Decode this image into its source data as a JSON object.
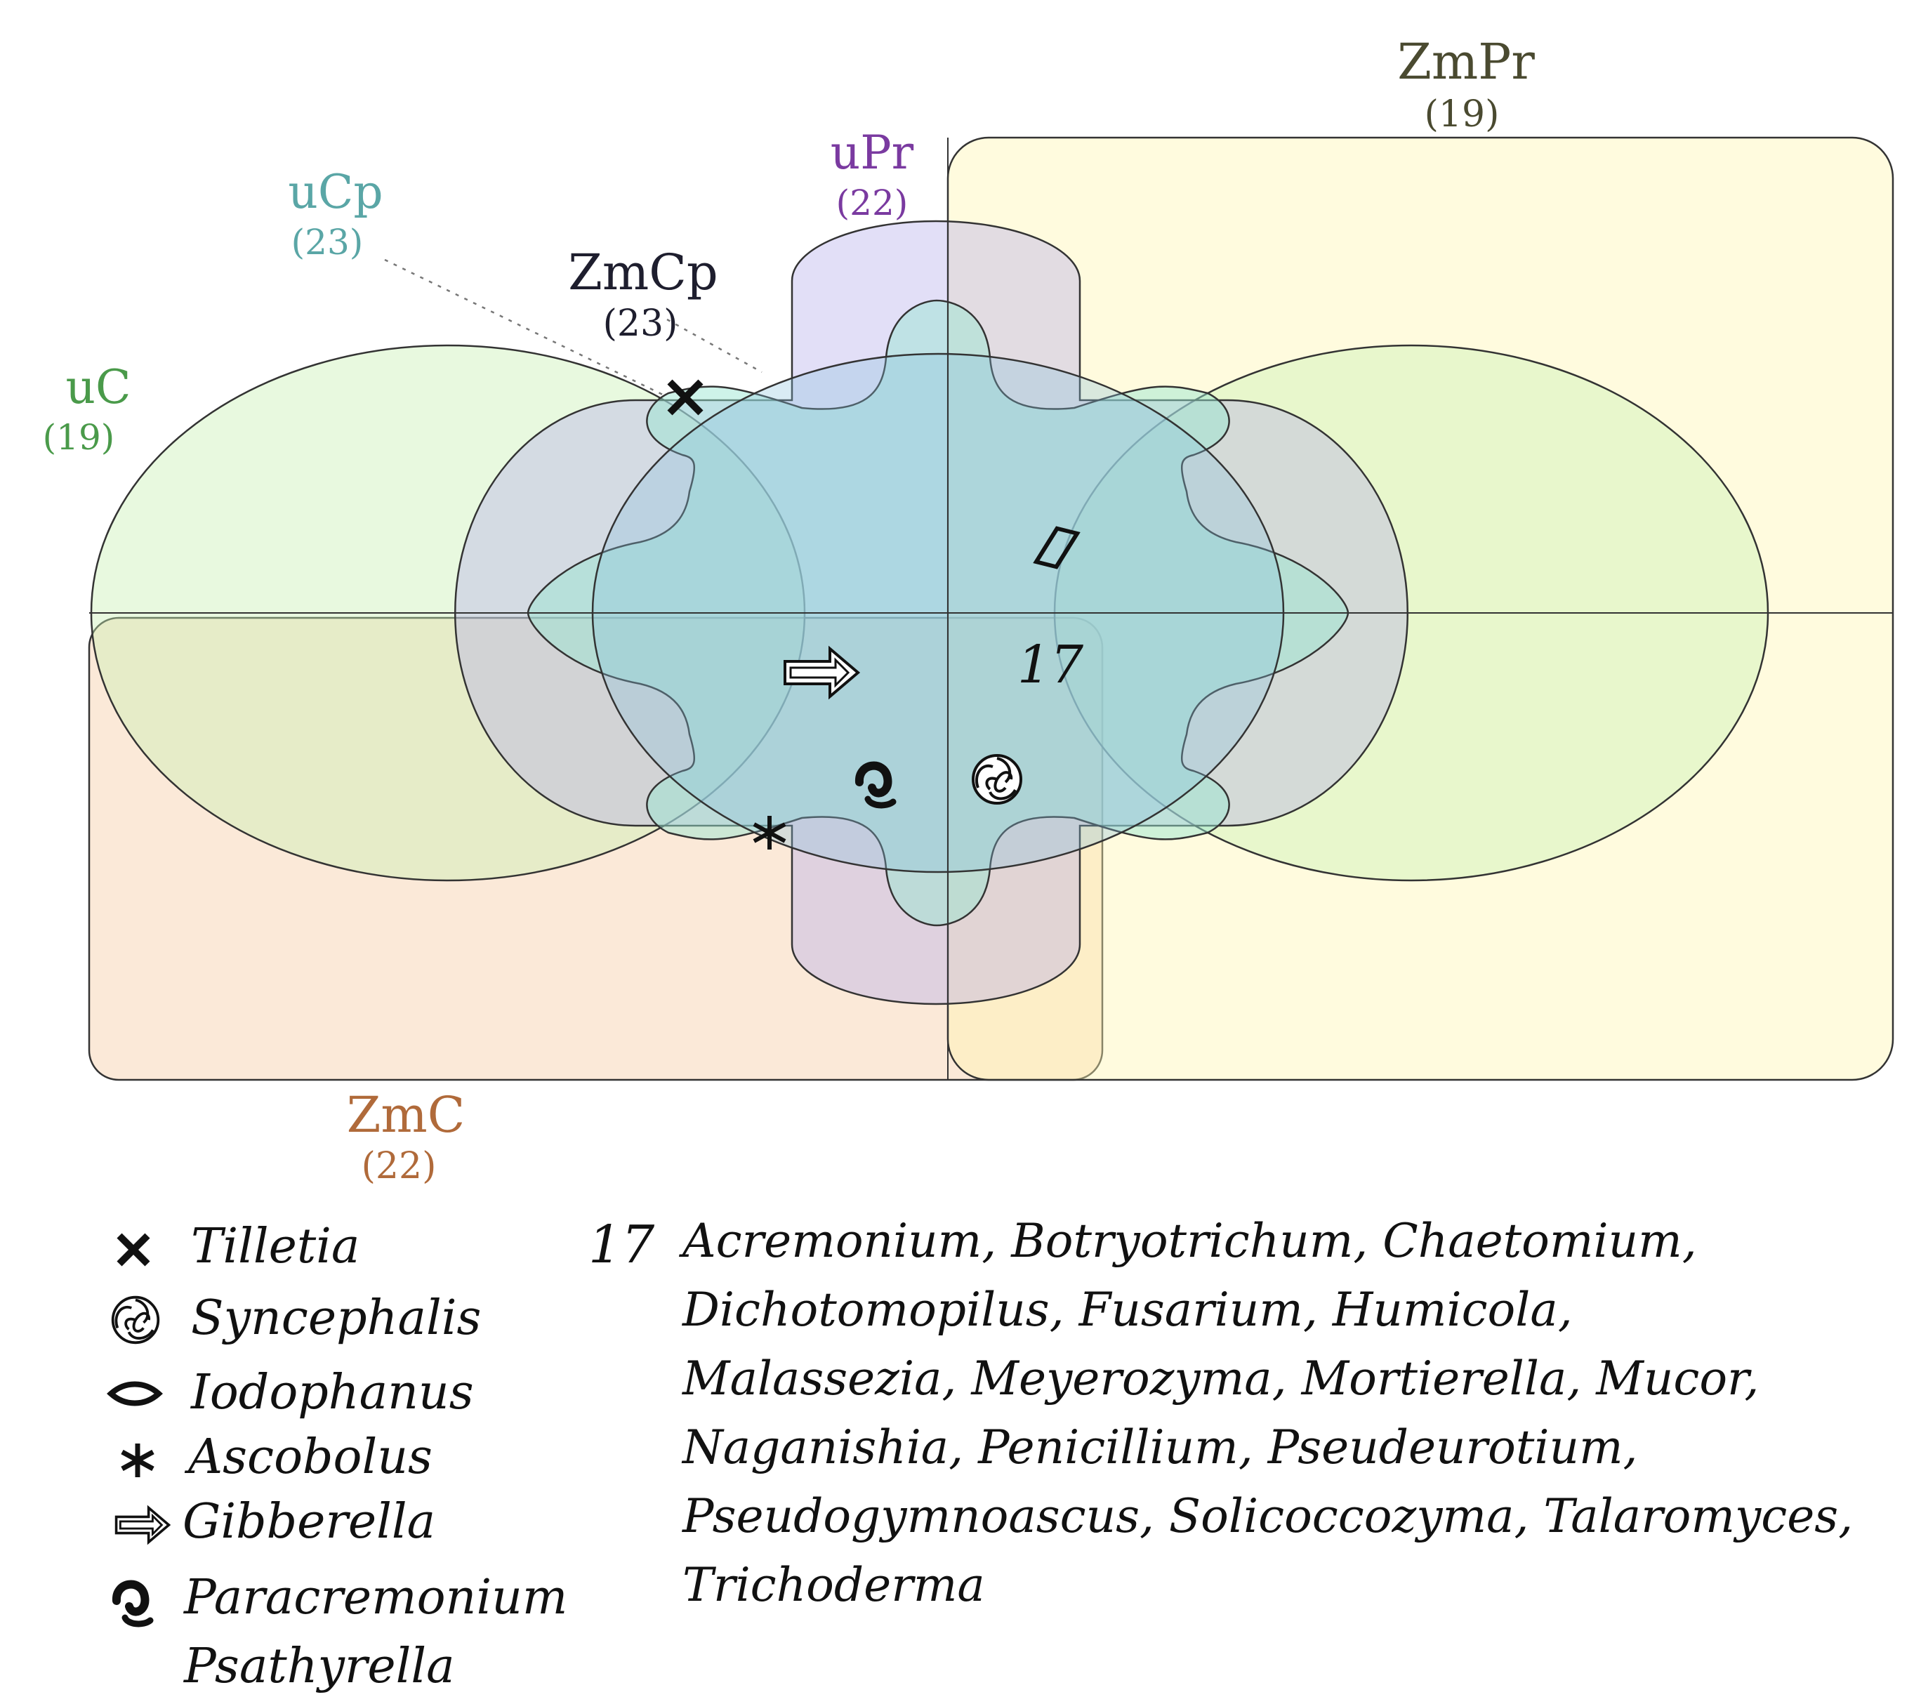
{
  "sets": {
    "uC": {
      "name": "uC",
      "count": "(19)",
      "color": "#4a9a4a"
    },
    "uCp": {
      "name": "uCp",
      "count": "(23)",
      "color": "#5aa6a6"
    },
    "ZmCp": {
      "name": "ZmCp",
      "count": "(23)",
      "color": "#1e1e2e"
    },
    "uPr": {
      "name": "uPr",
      "count": "(22)",
      "color": "#7a3aa0"
    },
    "ZmPr": {
      "name": "ZmPr",
      "count": "(19)",
      "color": "#4a4a30"
    },
    "ZmC": {
      "name": "ZmC",
      "count": "(22)",
      "color": "#b06a3a"
    }
  },
  "center_count": "17",
  "legend": {
    "items": [
      {
        "symbol": "cross-icon",
        "label": "Tilletia"
      },
      {
        "symbol": "spiral-icon",
        "label": "Syncephalis"
      },
      {
        "symbol": "diamond-icon",
        "label": "Iodophanus"
      },
      {
        "symbol": "asterisk-icon",
        "label": "Ascobolus"
      },
      {
        "symbol": "arrow-icon",
        "label": "Gibberella"
      },
      {
        "symbol": "hook-icon",
        "label": "Paracremonium"
      },
      {
        "symbol": "hook-icon",
        "label": "Psathyrella"
      }
    ],
    "core_count": "17",
    "core_lines": [
      "Acremonium, Botryotrichum, Chaetomium,",
      "Dichotomopilus, Fusarium, Humicola,",
      "Malassezia, Meyerozyma, Mortierella, Mucor,",
      "Naganishia, Penicillium, Pseudeurotium,",
      "Pseudogymnoascus, Solicoccozyma, Talaromyces,",
      "Trichoderma"
    ]
  }
}
